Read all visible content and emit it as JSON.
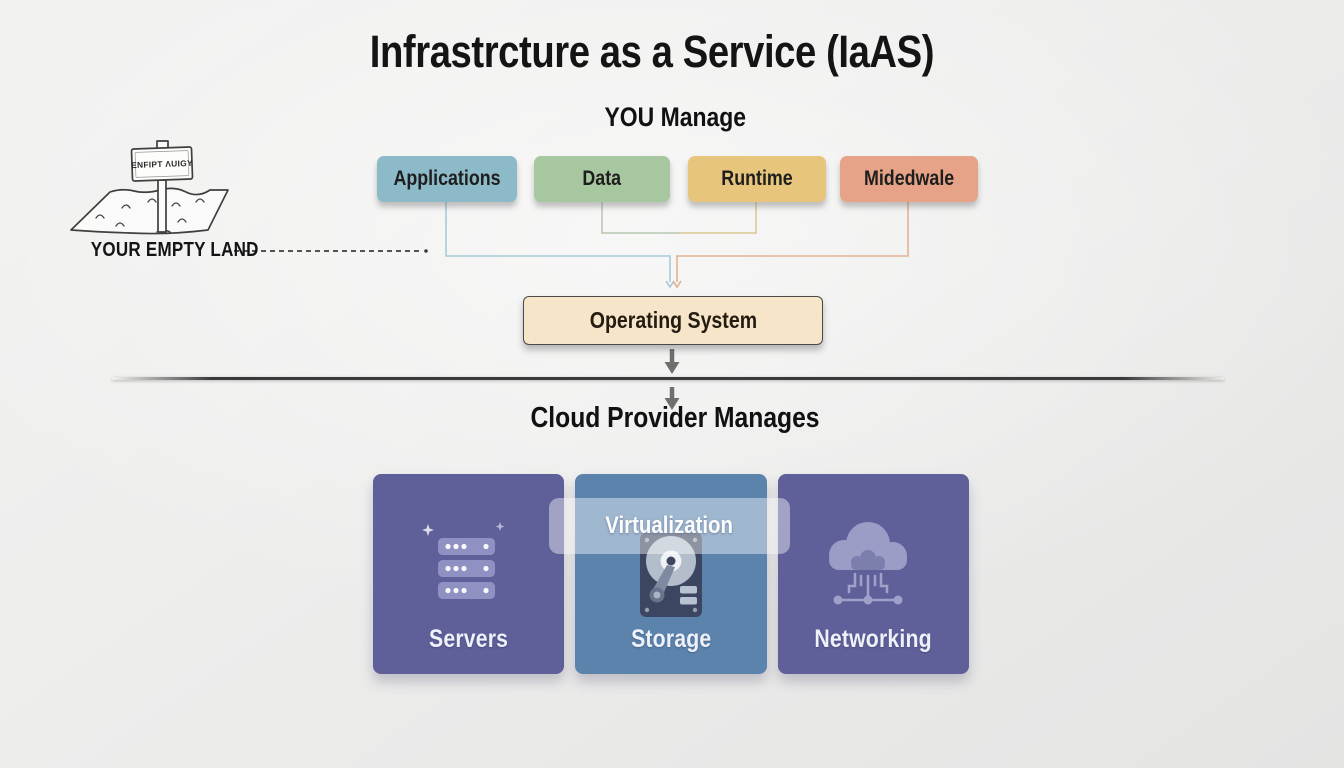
{
  "title": "Infrastrcture as a Service (IaAS)",
  "you_manage": {
    "heading": "YOU Manage",
    "boxes": [
      {
        "label": "Applications",
        "color": "#8cbac8"
      },
      {
        "label": "Data",
        "color": "#a7c7a1"
      },
      {
        "label": "Runtime",
        "color": "#e8c57c"
      },
      {
        "label": "Midedwale",
        "color": "#e6a387"
      }
    ],
    "os_box": {
      "label": "Operating System",
      "color": "#f6e5c9",
      "border_color": "#4a4a4a"
    }
  },
  "cloud_manages": {
    "heading": "Cloud Provider Manages",
    "overlay_label": "Virtualization",
    "cards": [
      {
        "label": "Servers",
        "icon": "server-rack-icon",
        "color": "#5f5f99"
      },
      {
        "label": "Storage",
        "icon": "hard-drive-icon",
        "color": "#5b83ac"
      },
      {
        "label": "Networking",
        "icon": "cloud-network-icon",
        "color": "#5f5f99"
      }
    ]
  },
  "sketch": {
    "sign_text": "ENFIPT ΛUIGY",
    "caption": "YOUR EMPTY LAND"
  },
  "connectors": {
    "applications_line": "#a6cbd9",
    "data_line": "#b7c7af",
    "runtime_line": "#d9c893",
    "middleware_line": "#e3b293",
    "dashed_line": "#3c3c3c",
    "arrow_color": "#6f6f6f",
    "divider_color": "#3a3a3a"
  }
}
